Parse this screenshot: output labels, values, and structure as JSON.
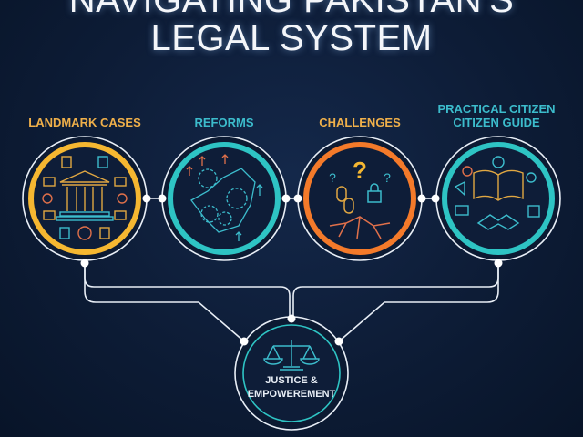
{
  "title": {
    "line1": "NAVIGATING PAKISTAN'S",
    "line2": "LEGAL SYSTEM"
  },
  "nodes": [
    {
      "label": "LANDMARK CASES",
      "color": "#f5b731",
      "icon": "courthouse-icon"
    },
    {
      "label": "REFORMS",
      "color": "#2ec4c4",
      "icon": "gears-map-icon"
    },
    {
      "label": "CHALLENGES",
      "color": "#f47a2a",
      "icon": "broken-chain-lock-icon"
    },
    {
      "label": "PRACTICAL CITIZEN CITIZEN GUIDE",
      "color": "#2ec4c4",
      "icon": "open-book-handshake-icon"
    }
  ],
  "center": {
    "line1": "JUSTICE &",
    "line2": "EMPOWEREMENT",
    "icon": "scales-of-justice-icon",
    "color": "#2ec4c4"
  },
  "colors": {
    "background": "#0d1c36",
    "connector": "#e8eef6",
    "label_orange": "#f0b04a",
    "label_teal": "#3cbccc"
  }
}
